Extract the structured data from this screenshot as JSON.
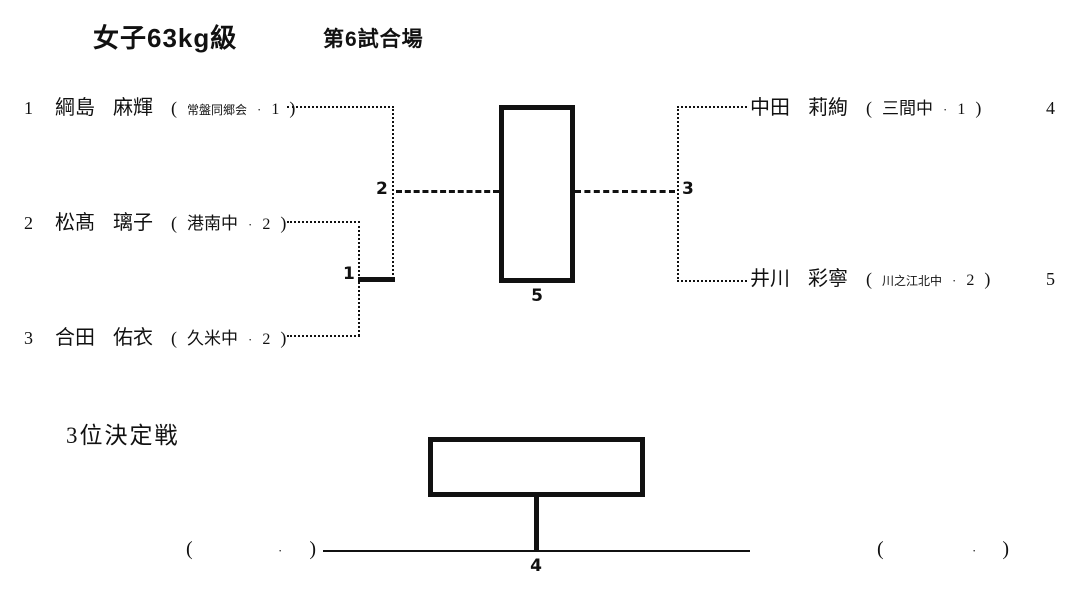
{
  "page": {
    "title": "女子63kg級",
    "venue": "第6試合場"
  },
  "punctuation": {
    "open": "(",
    "separator": "·",
    "close": ")"
  },
  "bracket": {
    "left_entries": [
      {
        "seed": "1",
        "last": "綱島",
        "first": "麻輝",
        "club": "常盤同郷会",
        "grade": "1"
      },
      {
        "seed": "2",
        "last": "松髙",
        "first": "璃子",
        "club": "港南中",
        "grade": "2"
      },
      {
        "seed": "3",
        "last": "合田",
        "first": "佑衣",
        "club": "久米中",
        "grade": "2"
      }
    ],
    "right_entries": [
      {
        "seed": "4",
        "last": "中田",
        "first": "莉絢",
        "club": "三間中",
        "grade": "1"
      },
      {
        "seed": "5",
        "last": "井川",
        "first": "彩寧",
        "club": "川之江北中",
        "grade": "2"
      }
    ],
    "match_labels": {
      "match1": "1",
      "match2": "2",
      "match3": "3",
      "third_place": "4",
      "final": "5"
    }
  },
  "third_place": {
    "heading": "3位決定戦"
  },
  "colors": {
    "ink": "#111111",
    "background": "#ffffff"
  }
}
